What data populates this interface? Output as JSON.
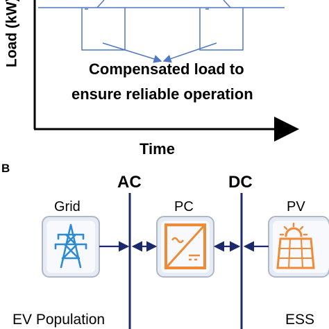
{
  "panel_a": {
    "y_axis_label": "Load (kW)",
    "x_axis_label": "Time",
    "annotation_line1": "Compensated load to",
    "annotation_line2": "ensure reliable operation"
  },
  "panel_b": {
    "panel_label": "B",
    "bus_ac_label": "AC",
    "bus_dc_label": "DC",
    "grid_label": "Grid",
    "pc_label": "PC",
    "pv_label": "PV",
    "ev_label": "EV Population",
    "ess_label": "ESS",
    "icon_names": [
      "transmission-tower-icon",
      "converter-icon",
      "solar-panel-icon"
    ],
    "colors": {
      "grid_icon": "#2e8bd0",
      "pc_icon": "#f08a35",
      "pv_icon": "#f08a35",
      "bus": "#1a2a6c",
      "load_line": "#4f77c3"
    }
  }
}
